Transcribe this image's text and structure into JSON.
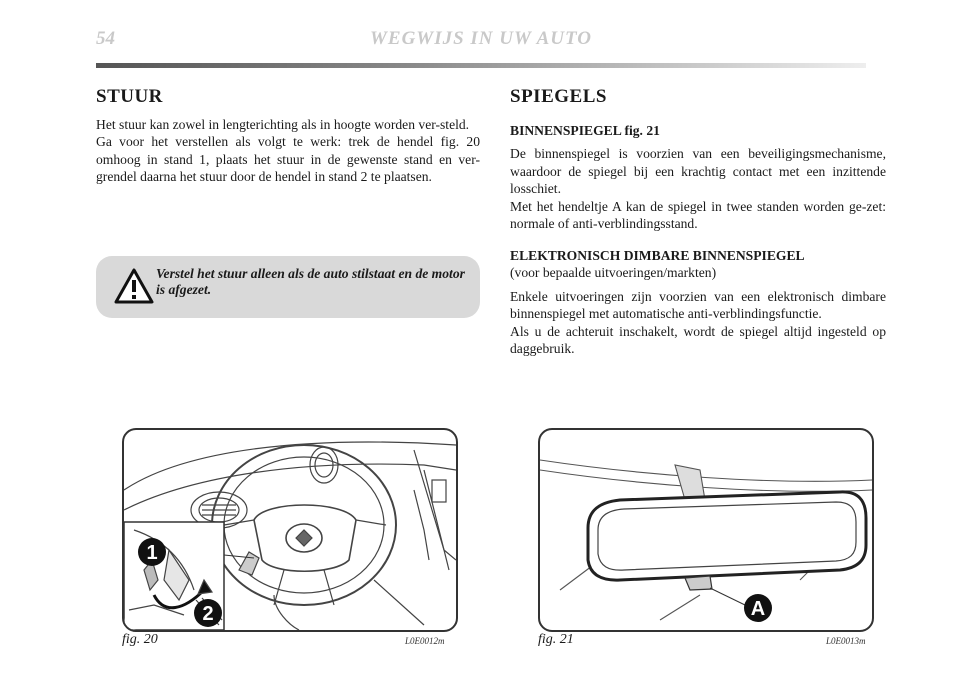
{
  "header": {
    "page_number": "54",
    "running_title": "WEGWIJS IN UW AUTO"
  },
  "left": {
    "title": "STUUR",
    "p1": "Het stuur kan zowel in lengterichting als in hoogte worden ver-steld.",
    "p2": "Ga voor het verstellen als volgt te werk: trek de hendel fig. 20 omhoog in stand 1, plaats het stuur in de gewenste stand en ver-grendel daarna het stuur door de hendel in stand 2 te plaatsen.",
    "warning": "Verstel het stuur alleen als de auto stilstaat en de motor is afgezet."
  },
  "right": {
    "title": "SPIEGELS",
    "sub1": "BINNENSPIEGEL fig. 21",
    "p1": "De binnenspiegel is voorzien van een beveiligingsmechanisme, waardoor de spiegel bij een krachtig contact met een inzittende losschiet.",
    "p2": "Met het hendeltje A kan de spiegel in twee standen worden ge-zet: normale of anti-verblindingsstand.",
    "sub2": "ELEKTRONISCH DIMBARE BINNENSPIEGEL",
    "sub2_note": "(voor bepaalde uitvoeringen/markten)",
    "p3": "Enkele uitvoeringen zijn voorzien van een elektronisch dimbare binnenspiegel met automatische anti-verblindingsfunctie.",
    "p4": "Als u de achteruit inschakelt, wordt de spiegel altijd ingesteld op daggebruik."
  },
  "figures": {
    "fig20": {
      "caption": "fig. 20",
      "code": "L0E0012m",
      "callout1": "1",
      "callout2": "2"
    },
    "fig21": {
      "caption": "fig. 21",
      "code": "L0E0013m",
      "callout_a": "A"
    }
  }
}
